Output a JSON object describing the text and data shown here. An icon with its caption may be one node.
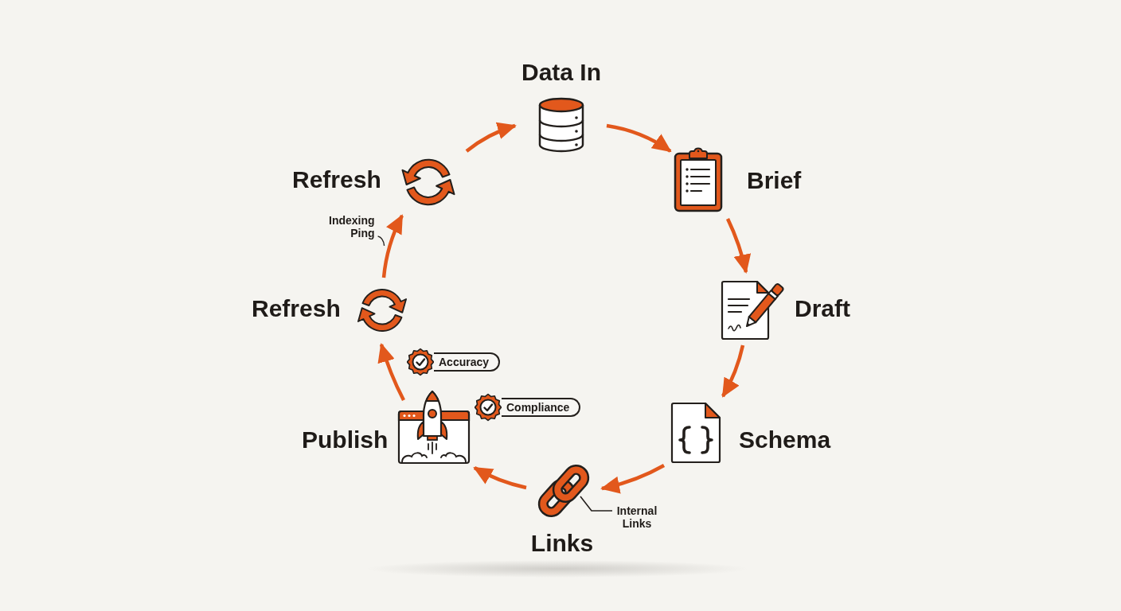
{
  "diagram": {
    "nodes": [
      {
        "text": [
          "Data In"
        ]
      },
      {
        "text": [
          "Brief"
        ]
      },
      {
        "text": [
          "Draft"
        ]
      },
      {
        "text": [
          "Schema"
        ]
      },
      {
        "text": [
          "Links"
        ]
      },
      {
        "text": [
          "Internal Links"
        ]
      },
      {
        "text": [
          "Publish"
        ]
      },
      {
        "text": [
          "Accuracy"
        ]
      },
      {
        "text": [
          "Compliance"
        ]
      },
      {
        "text": [
          "Refresh"
        ]
      },
      {
        "text": [
          "Refresh"
        ]
      }
    ],
    "edges": [
      {
        "from": 0,
        "to": 1,
        "arrow": "to"
      },
      {
        "from": 1,
        "to": 2,
        "arrow": "to"
      },
      {
        "from": 2,
        "to": 3,
        "arrow": "to"
      },
      {
        "from": 3,
        "to": 4,
        "arrow": "to"
      },
      {
        "from": 4,
        "to": 6,
        "arrow": "to"
      },
      {
        "from": 6,
        "to": 9,
        "arrow": "to"
      },
      {
        "from": 9,
        "to": 10,
        "arrow": "to",
        "label": "Indexing Ping"
      },
      {
        "from": 10,
        "to": 0,
        "arrow": "to"
      },
      {
        "from": 5,
        "to": 4,
        "arrow": "none",
        "color": "#231f1c"
      }
    ]
  }
}
